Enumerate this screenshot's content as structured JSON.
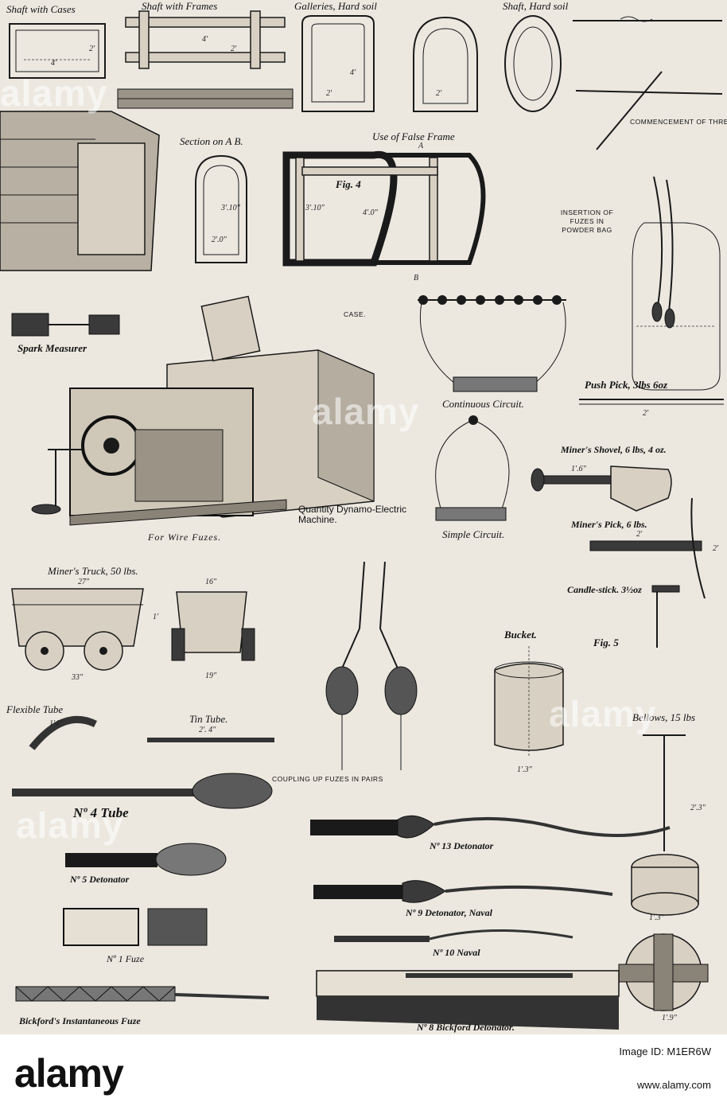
{
  "plate": {
    "captions": {
      "shaft_cases": "Shaft with Cases",
      "shaft_frames": "Shaft with Frames",
      "galleries_hard": "Galleries, Hard soil",
      "shaft_hard": "Shaft, Hard soil",
      "commencement": "COMMENCEMENT OF THREE-WAY JOIN",
      "section_ab": "Section on A B.",
      "false_frame": "Use of False Frame",
      "fig4": "Fig. 4",
      "insertion": "INSERTION OF FUZES IN POWDER BAG",
      "spark_measurer": "Spark Measurer",
      "case": "CASE.",
      "continuous_circuit": "Continuous Circuit.",
      "push_pick": "Push Pick, 3lbs 6oz",
      "miners_shovel": "Miner's Shovel, 6 lbs, 4 oz.",
      "simple_circuit": "Simple Circuit.",
      "miners_pick": "Miner's Pick, 6 lbs.",
      "wire_fuzes": "For Wire Fuzes.",
      "dynamo": "Quantity Dynamo-Electric Machine.",
      "miners_truck": "Miner's Truck, 50 lbs.",
      "candle_stick": "Candle-stick. 3½oz",
      "fig5": "Fig. 5",
      "bucket": "Bucket.",
      "flexible_tube": "Flexible Tube",
      "tin_tube": "Tin Tube.",
      "coupling": "COUPLING UP FUZES IN PAIRS",
      "bellows": "Bellows, 15 lbs",
      "no4_tube": "Nº 4 Tube",
      "no13": "Nº 13 Detonator",
      "no5": "Nº 5 Detonator",
      "no9": "Nº 9 Detonator, Naval",
      "no10": "Nº 10 Naval",
      "no1_fuze": "Nº 1 Fuze",
      "bickford_instant": "Bickford's Instantaneous Fuze",
      "no8_bickford": "Nº 8 Bickford Detonator."
    },
    "dimensions": {
      "d4ft": "4'",
      "d2ft": "2'",
      "d4ft_b": "4'",
      "d2ft_b": "2'",
      "d4ft_c": "4'",
      "d2ft_c": "2'",
      "d2ft_d": "2'",
      "d3_10a": "3'.10\"",
      "d2_0a": "2'.0\"",
      "d3_10b": "3'.10\"",
      "d4_0": "4'.0\"",
      "label_a": "A",
      "label_b": "B",
      "push_len": "2'",
      "shovel_len": "1'.6\"",
      "pick_len": "2'",
      "pick_h": "2'",
      "truck_27": "27\"",
      "truck_16": "16\"",
      "truck_33": "33\"",
      "truck_19": "19\"",
      "truck_1": "1'",
      "flex_14": "1'4\"",
      "tin_24": "2'. 4\"",
      "bucket_13": "1'.3\"",
      "bellows_23": "2'.3\"",
      "bellows_13": "1'.3\"",
      "bellows_19": "1'.9\""
    },
    "watermarks": [
      "alamy",
      "alamy",
      "alamy",
      "alamy"
    ]
  },
  "footer": {
    "brand": "alamy",
    "image_id": "Image ID: M1ER6W",
    "url": "www.alamy.com"
  }
}
